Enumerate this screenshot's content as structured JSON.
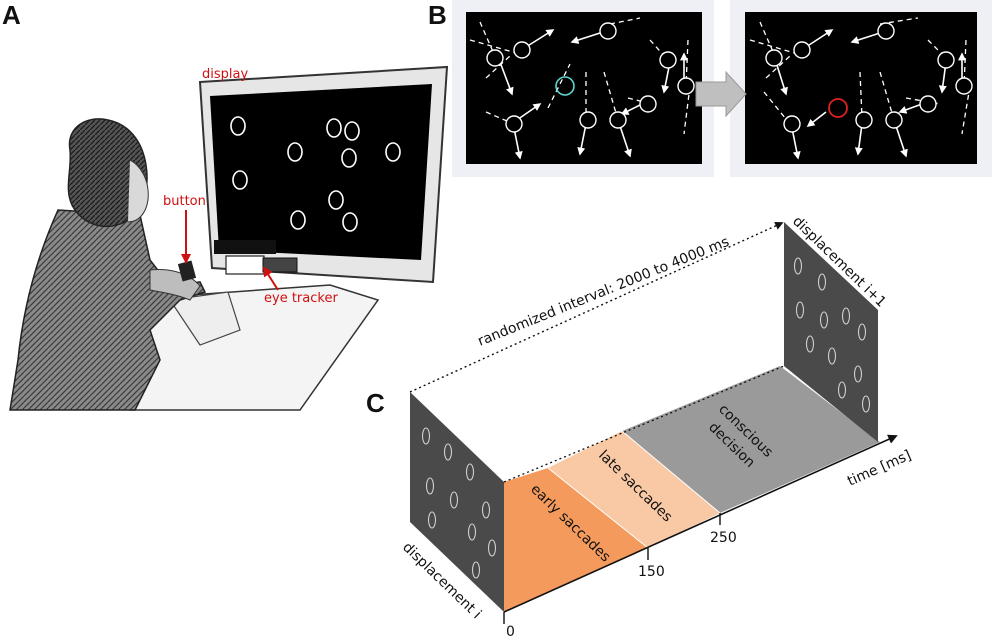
{
  "panels": {
    "a": "A",
    "b": "B",
    "c": "C"
  },
  "panel_a": {
    "display_label": "display",
    "button_label": "button",
    "eye_tracker_label": "eye tracker"
  },
  "panel_c": {
    "interval_label": "randomized interval: 2000 to 4000 ms",
    "displacement_i": "displacement i",
    "displacement_next": "displacement i+1",
    "time_axis_label": "time [ms]",
    "phases": [
      "early saccades",
      "late saccades",
      "conscious decision"
    ],
    "phase_conscious_line1": "conscious",
    "phase_conscious_line2": "decision",
    "ticks": [
      "0",
      "150",
      "250"
    ]
  },
  "colors": {
    "early_saccades": "#f49a5c",
    "late_saccades": "#f8c9a4",
    "conscious_decision": "#9a9a9a",
    "highlight_target": "#5fd3d0",
    "selected_target": "#e02020",
    "annotation_red": "#d01010"
  }
}
